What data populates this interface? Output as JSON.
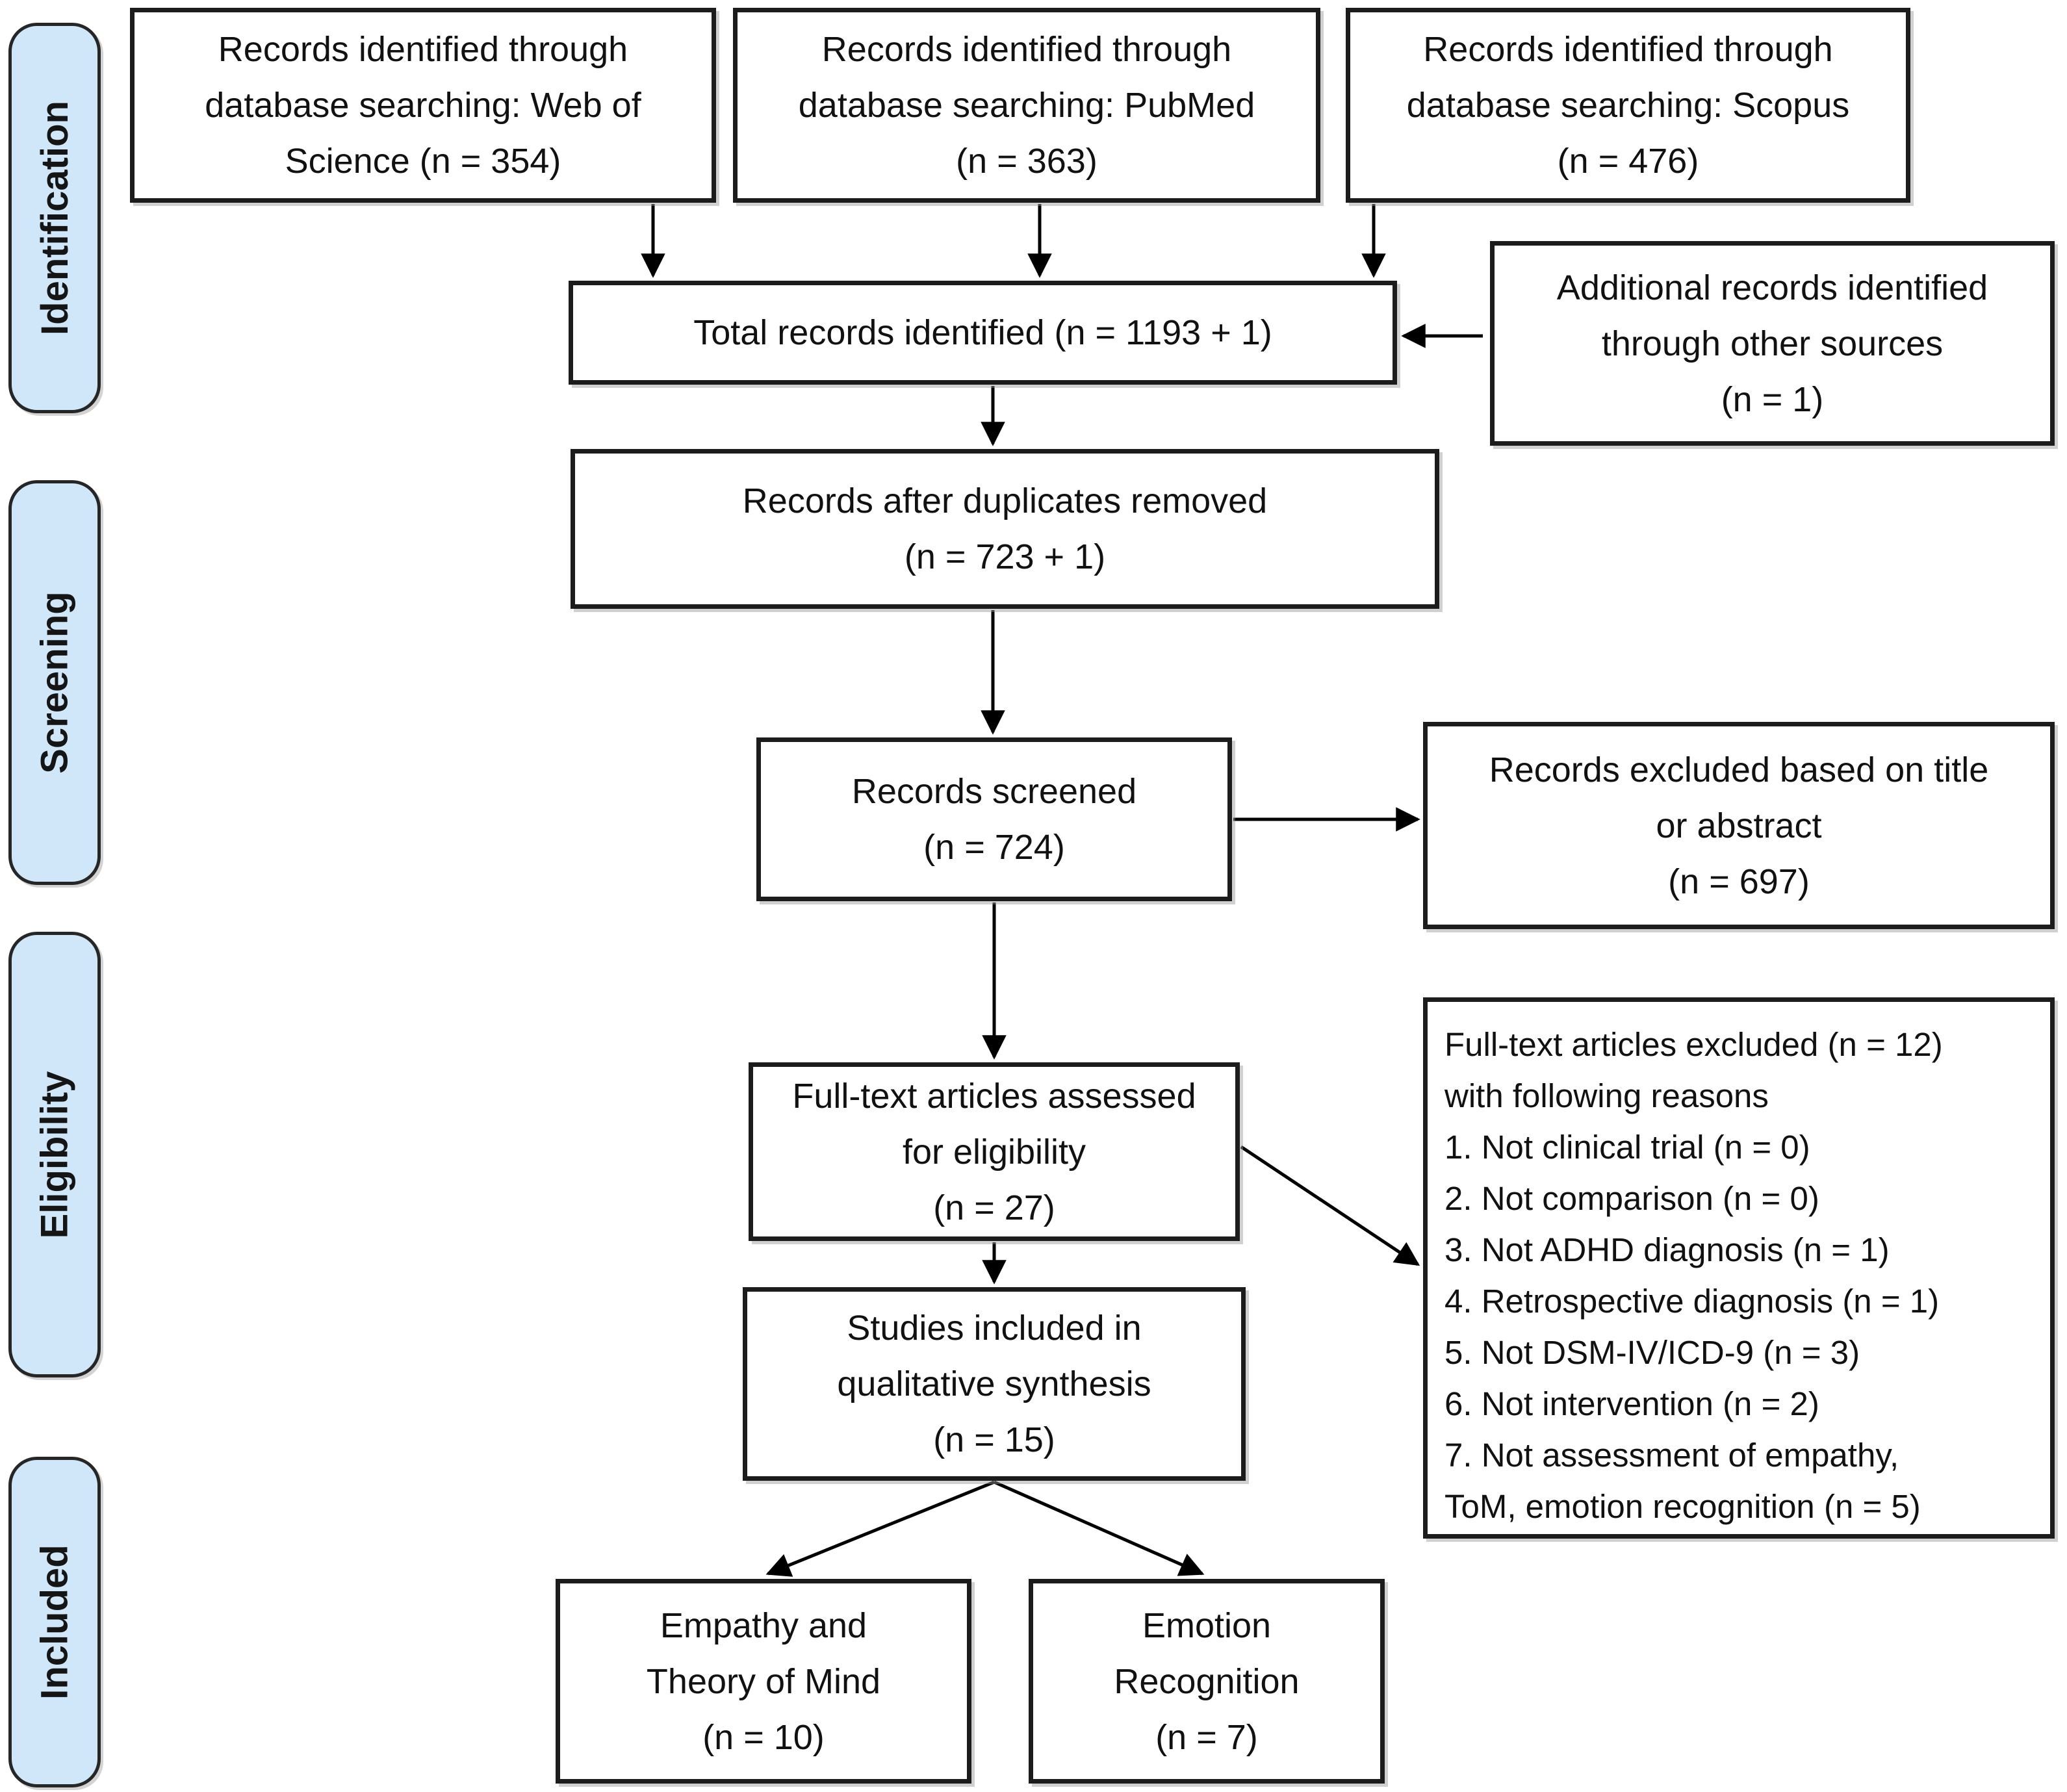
{
  "colors": {
    "stage_fill": "#cfe7f8",
    "stage_border": "#262626",
    "box_fill": "#ffffff",
    "box_border": "#1c1c1c",
    "arrow": "#000000",
    "text": "#111111"
  },
  "sidebar": {
    "stages": [
      "Identification",
      "Screening",
      "Eligibility",
      "Included"
    ]
  },
  "boxes": {
    "web": {
      "lines": [
        "Records identified through",
        "database searching: Web of",
        "Science (n = 354)"
      ]
    },
    "pubmed": {
      "lines": [
        "Records identified through",
        "database searching: PubMed",
        "(n = 363)"
      ]
    },
    "scopus": {
      "lines": [
        "Records identified through",
        "database searching: Scopus",
        "(n = 476)"
      ]
    },
    "total": {
      "lines": [
        "Total records identified (n = 1193 + 1)"
      ]
    },
    "additional": {
      "lines": [
        "Additional records identified",
        "through other sources",
        "(n = 1)"
      ]
    },
    "duplicates": {
      "lines": [
        "Records after duplicates removed",
        "(n = 723 + 1)"
      ]
    },
    "screened": {
      "lines": [
        "Records screened",
        "(n = 724)"
      ]
    },
    "excluded_title_abstract": {
      "lines": [
        "Records excluded based on title",
        "or abstract",
        "(n = 697)"
      ]
    },
    "fulltext": {
      "lines": [
        "Full-text articles assessed",
        "for eligibility",
        "(n = 27)"
      ]
    },
    "exclusion_reasons": {
      "lines": [
        "Full-text articles excluded (n = 12)",
        "with following reasons",
        "1. Not clinical trial (n = 0)",
        "2. Not comparison (n = 0)",
        "3. Not ADHD diagnosis (n = 1)",
        "4. Retrospective diagnosis (n = 1)",
        "5. Not DSM-IV/ICD-9 (n = 3)",
        "6. Not intervention (n = 2)",
        "7. Not assessment of empathy,",
        "ToM, emotion recognition (n = 5)"
      ]
    },
    "studies": {
      "lines": [
        "Studies included in",
        "qualitative synthesis",
        "(n = 15)"
      ]
    },
    "empathy_tom": {
      "lines": [
        "Empathy and",
        "Theory of Mind",
        "(n = 10)"
      ]
    },
    "emotion_recognition": {
      "lines": [
        "Emotion",
        "Recognition",
        "(n = 7)"
      ]
    }
  }
}
